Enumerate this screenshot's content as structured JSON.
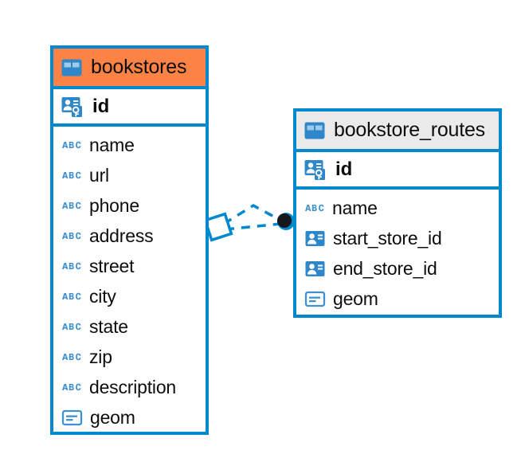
{
  "diagram": {
    "type": "entity-relationship-diagram",
    "background": "#ffffff",
    "accent_color": "#0089cf",
    "highlight_color": "#fd8245",
    "neutral_header_color": "#eaeaea",
    "text_color": "#0d0d0d"
  },
  "entities": [
    {
      "name": "bookstores",
      "title": "bookstores",
      "header_style": "accent",
      "header_icon": "table-icon",
      "primary_key": {
        "label": "id",
        "icon": "primary-key-icon"
      },
      "fields": [
        {
          "label": "name",
          "icon": "text-type-icon"
        },
        {
          "label": "url",
          "icon": "text-type-icon"
        },
        {
          "label": "phone",
          "icon": "text-type-icon"
        },
        {
          "label": "address",
          "icon": "text-type-icon"
        },
        {
          "label": "street",
          "icon": "text-type-icon"
        },
        {
          "label": "city",
          "icon": "text-type-icon"
        },
        {
          "label": "state",
          "icon": "text-type-icon"
        },
        {
          "label": "zip",
          "icon": "text-type-icon"
        },
        {
          "label": "description",
          "icon": "text-type-icon"
        },
        {
          "label": "geom",
          "icon": "geometry-type-icon"
        }
      ]
    },
    {
      "name": "bookstore_routes",
      "title": "bookstore_routes",
      "header_style": "neutral",
      "header_icon": "table-icon",
      "primary_key": {
        "label": "id",
        "icon": "primary-key-icon"
      },
      "fields": [
        {
          "label": "name",
          "icon": "text-type-icon"
        },
        {
          "label": "start_store_id",
          "icon": "foreign-key-icon"
        },
        {
          "label": "end_store_id",
          "icon": "foreign-key-icon"
        },
        {
          "label": "geom",
          "icon": "geometry-type-icon"
        }
      ]
    }
  ],
  "relationship": {
    "from_entity": "bookstores",
    "to_entity": "bookstore_routes",
    "line_style": "dashed",
    "source_marker": "diamond",
    "target_marker": "filled-circle",
    "color": "#0089cf"
  }
}
